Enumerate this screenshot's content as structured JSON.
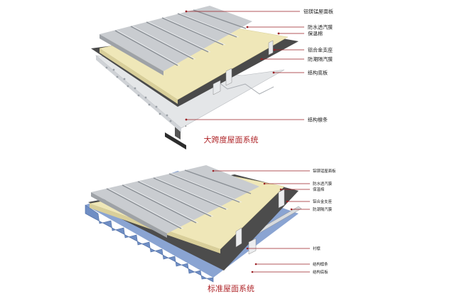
{
  "diagrams": [
    {
      "caption": "大跨度屋面系统",
      "labels": [
        "铝镁锰屋面板",
        "防水透汽膜",
        "保温棉",
        "铝合金支座",
        "防潮隔汽膜",
        "结构底板",
        "结构檩条"
      ]
    },
    {
      "caption": "标准屋面系统",
      "labels": [
        "铝镁锰屋面板",
        "防水透汽膜",
        "保温棉",
        "铝合金支座",
        "防潮隔汽膜",
        "衬檩",
        "结构檩条",
        "结构底板"
      ]
    }
  ],
  "colors": {
    "accent_red": "#b0272b",
    "roof_panel": "#c9ccd0",
    "insulation": "#efe7b8",
    "membrane": "#4a4a4a",
    "deck_blue": "#6f8ec4"
  }
}
